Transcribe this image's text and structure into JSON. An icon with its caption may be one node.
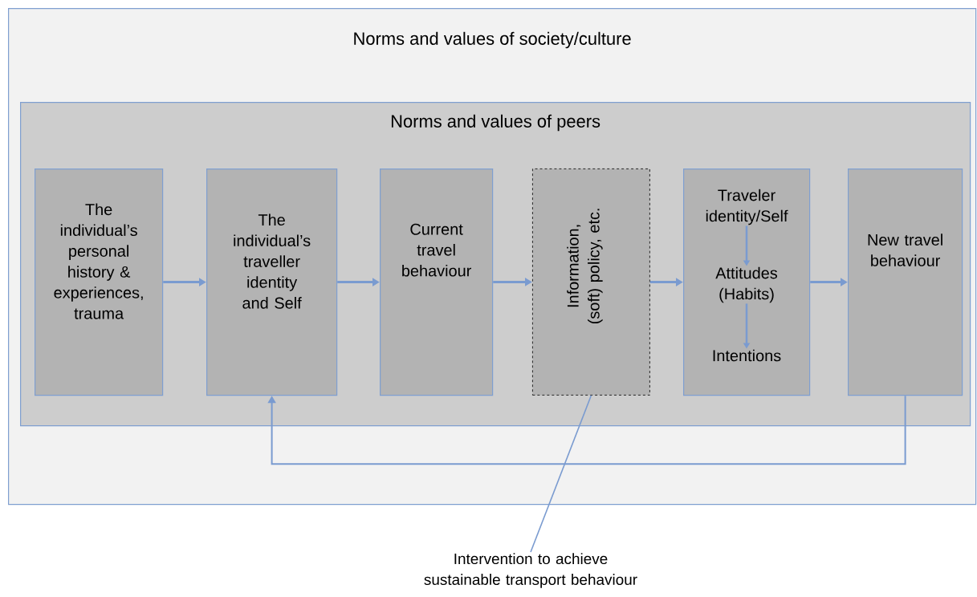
{
  "diagram": {
    "nodes": [
      {
        "text": [
          "Norms and values of society/culture"
        ]
      },
      {
        "text": [
          "Norms and values of peers"
        ],
        "in": 0
      },
      {
        "text": [
          "The individual’s personal history & experiences, trauma"
        ],
        "in": 1
      },
      {
        "text": [
          "The individual’s traveller identity and Self"
        ],
        "in": 1
      },
      {
        "text": [
          "Current travel behaviour"
        ],
        "in": 1
      },
      {
        "text": [
          "Information, (soft) policy, etc."
        ],
        "in": 1
      },
      {
        "text": [],
        "shape": "box",
        "in": 1
      },
      {
        "text": [
          "Traveler identity/Self"
        ],
        "in": 6
      },
      {
        "text": [
          "Attitudes (Habits)"
        ],
        "in": 6
      },
      {
        "text": [
          "Intentions"
        ],
        "in": 6
      },
      {
        "text": [
          "New travel behaviour"
        ],
        "in": 1
      },
      {
        "text": [
          "Intervention to achieve sustainable transport behaviour"
        ]
      }
    ],
    "edges": [
      {
        "from": 2,
        "to": 3,
        "arrow": "to"
      },
      {
        "from": 3,
        "to": 4,
        "arrow": "to"
      },
      {
        "from": 4,
        "to": 5,
        "arrow": "to"
      },
      {
        "from": 5,
        "to": 6,
        "arrow": "to"
      },
      {
        "from": 6,
        "to": 10,
        "arrow": "to"
      },
      {
        "from": 7,
        "to": 8,
        "arrow": "to"
      },
      {
        "from": 8,
        "to": 9,
        "arrow": "to"
      },
      {
        "from": 10,
        "to": 3,
        "arrow": "to"
      },
      {
        "from": 11,
        "to": 5,
        "arrow": "none"
      }
    ]
  }
}
